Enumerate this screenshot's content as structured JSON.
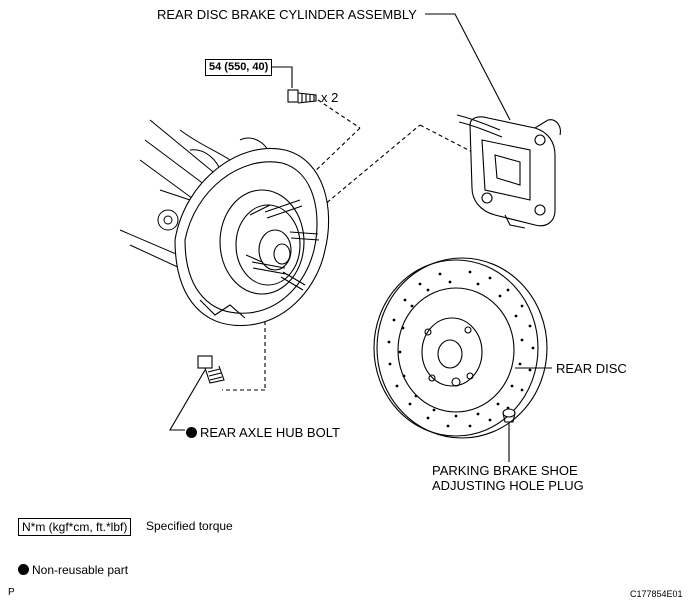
{
  "labels": {
    "caliper": "REAR DISC BRAKE CYLINDER ASSEMBLY",
    "torque": "54 (550, 40)",
    "qty": "x 2",
    "hub_bolt": "REAR AXLE HUB BOLT",
    "rear_disc": "REAR DISC",
    "plug_line1": "PARKING BRAKE SHOE",
    "plug_line2": "ADJUSTING HOLE PLUG"
  },
  "legend": {
    "torque_unit": "N*m (kgf*cm, ft.*lbf)",
    "torque_text": "Specified torque",
    "nonreusable_text": "Non-reusable part"
  },
  "corner": {
    "left": "P",
    "right": "C177854E01"
  }
}
